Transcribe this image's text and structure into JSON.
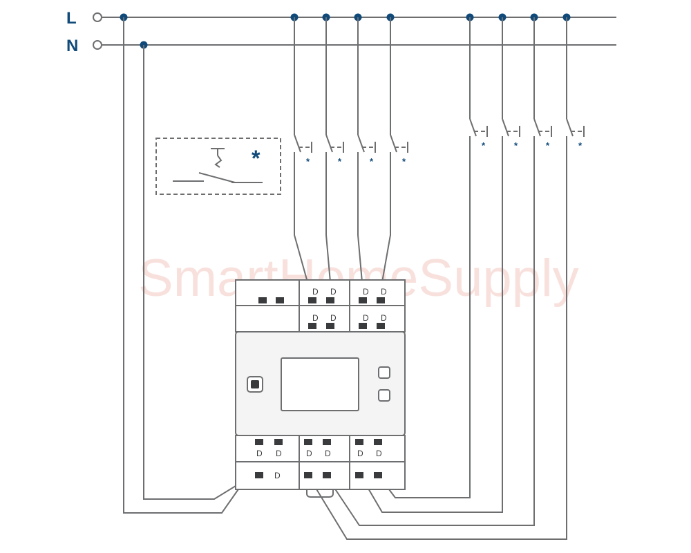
{
  "lines": {
    "live": "L",
    "neutral": "N"
  },
  "legend_symbol": "*",
  "switch_marker": "*",
  "device_letter": "D",
  "watermark": "SmartHomeSupply",
  "colors": {
    "accent": "#0f4a7a",
    "wire": "#6d6e70",
    "watermark": "#f3c9c3"
  }
}
